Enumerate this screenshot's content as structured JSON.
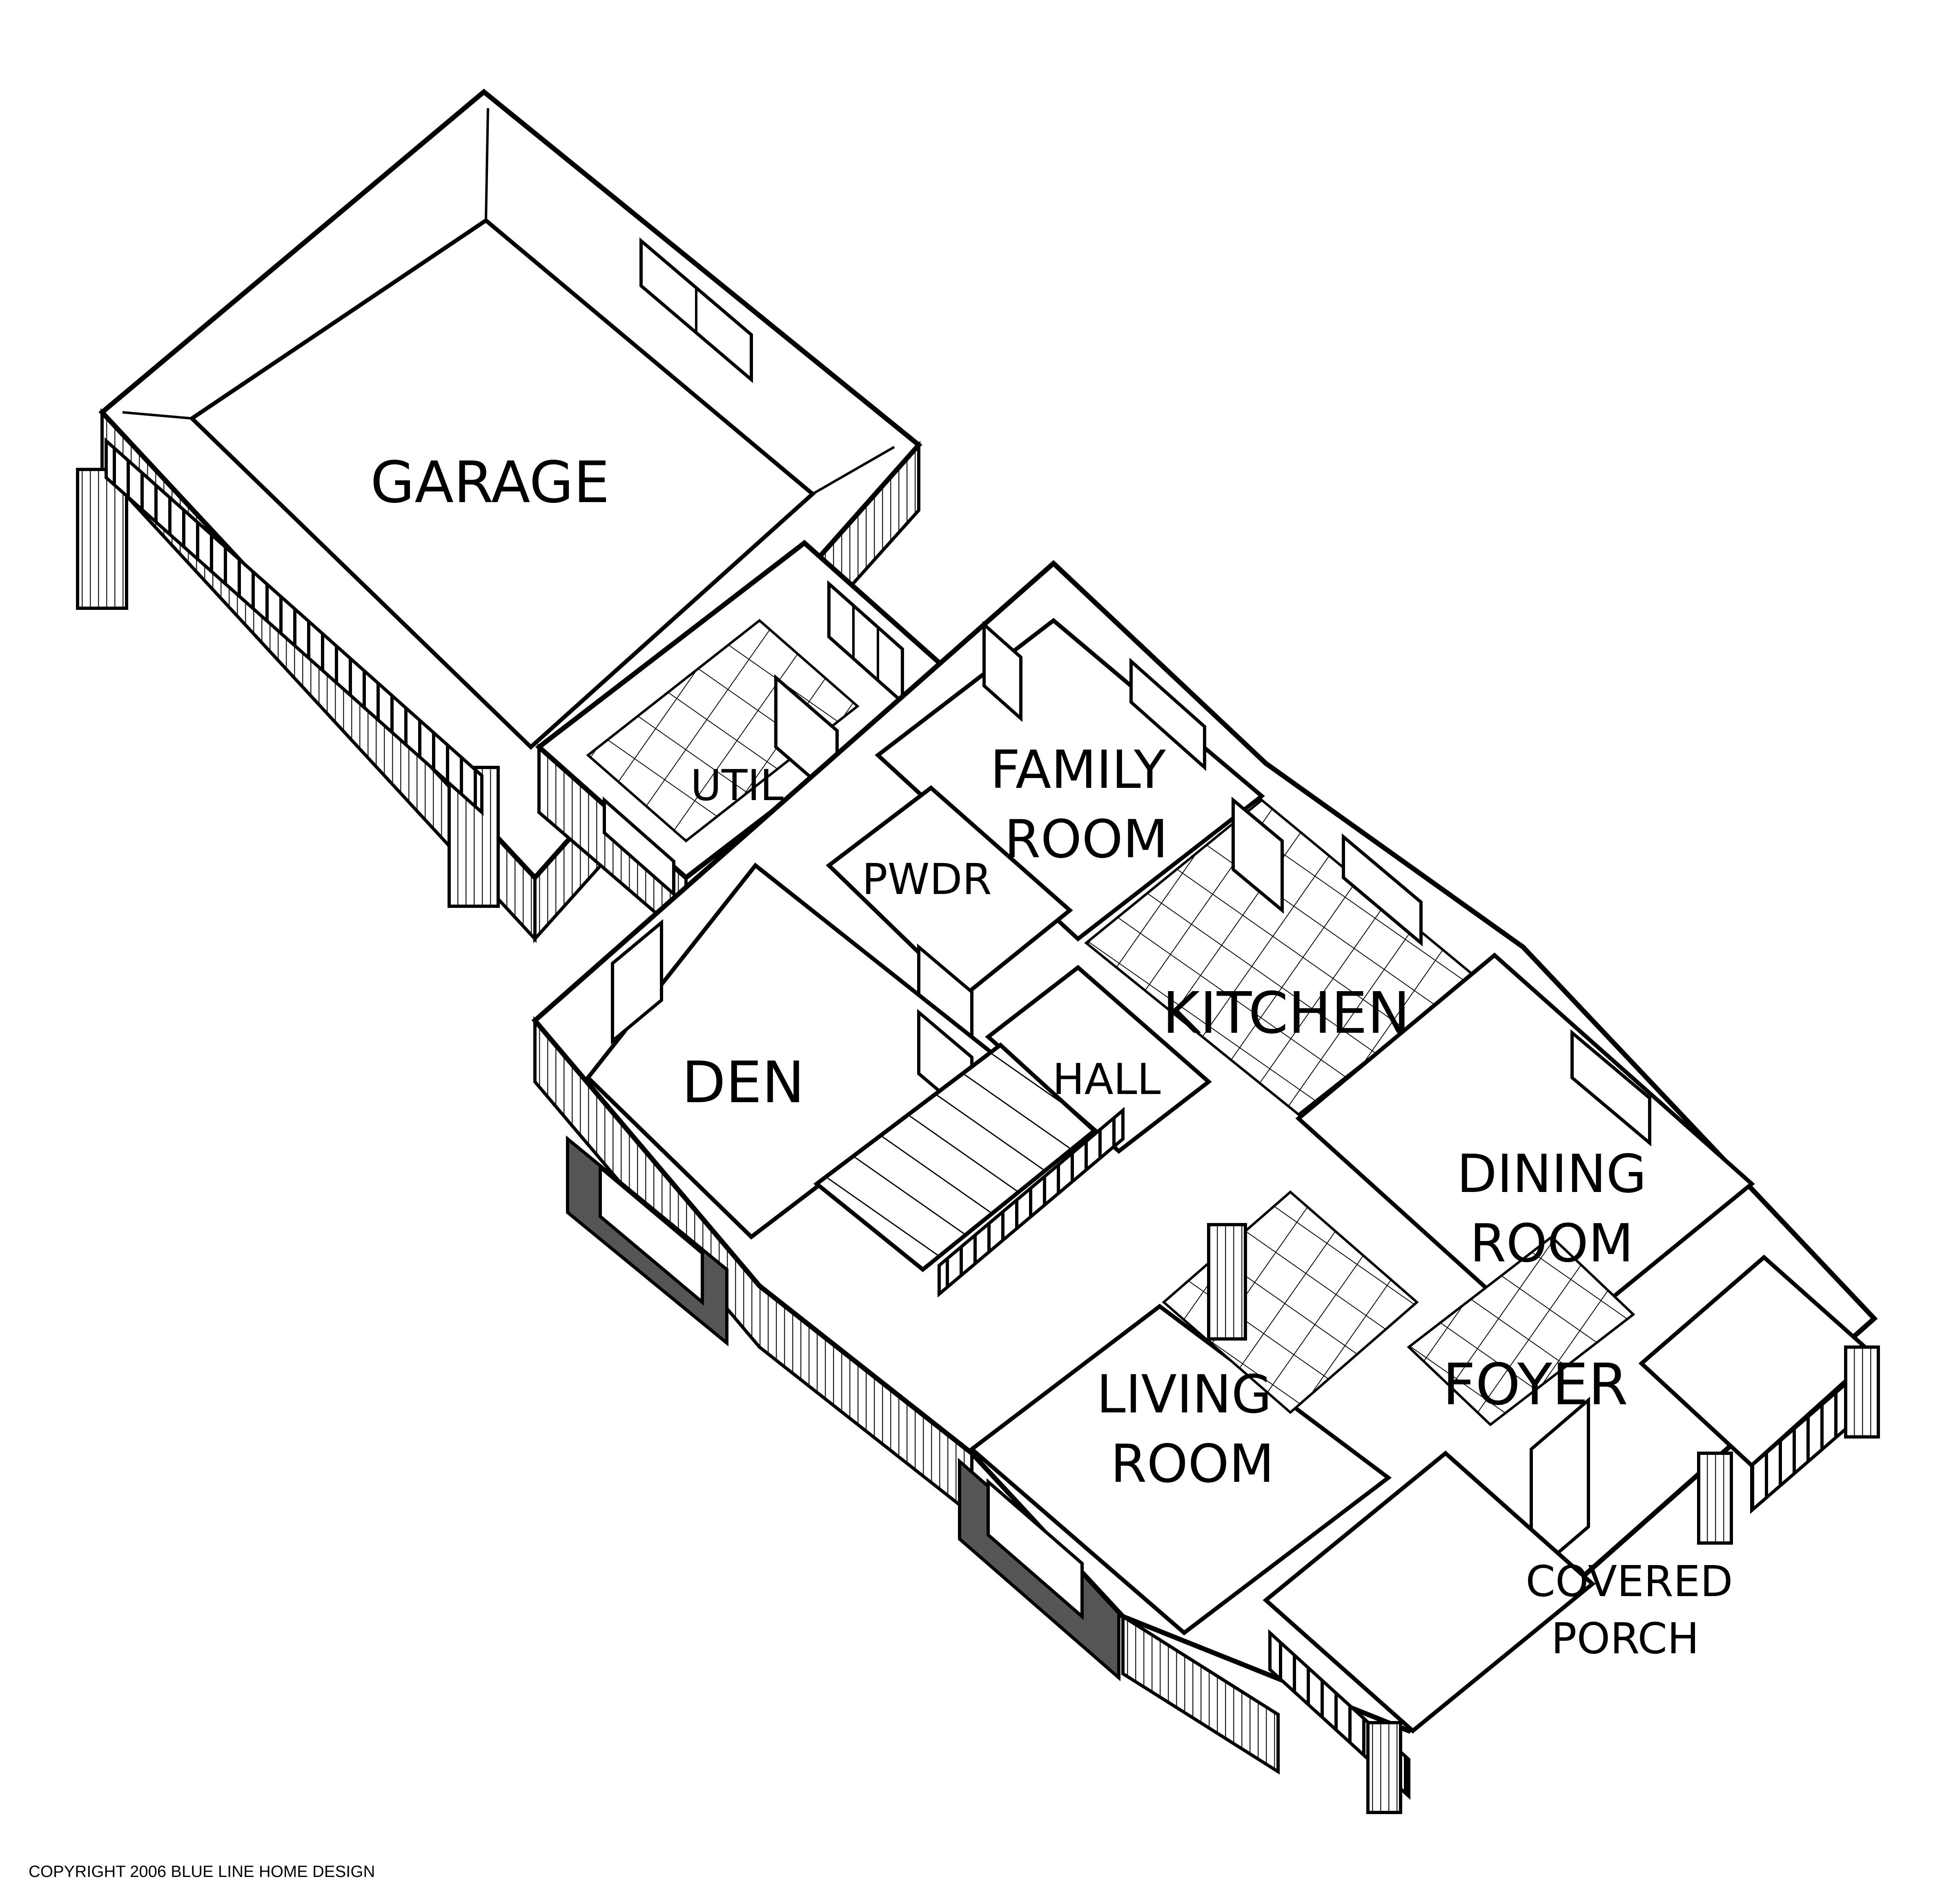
{
  "rooms": {
    "garage": "GARAGE",
    "util": "UTIL",
    "family_1": "FAMILY",
    "family_2": "ROOM",
    "pwdr": "PWDR",
    "kitchen": "KITCHEN",
    "den": "DEN",
    "hall": "HALL",
    "dining_1": "DINING",
    "dining_2": "ROOM",
    "living_1": "LIVING",
    "living_2": "ROOM",
    "foyer": "FOYER",
    "porch_1": "COVERED",
    "porch_2": "PORCH"
  },
  "copyright": "COPYRIGHT 2006 BLUE LINE HOME DESIGN"
}
